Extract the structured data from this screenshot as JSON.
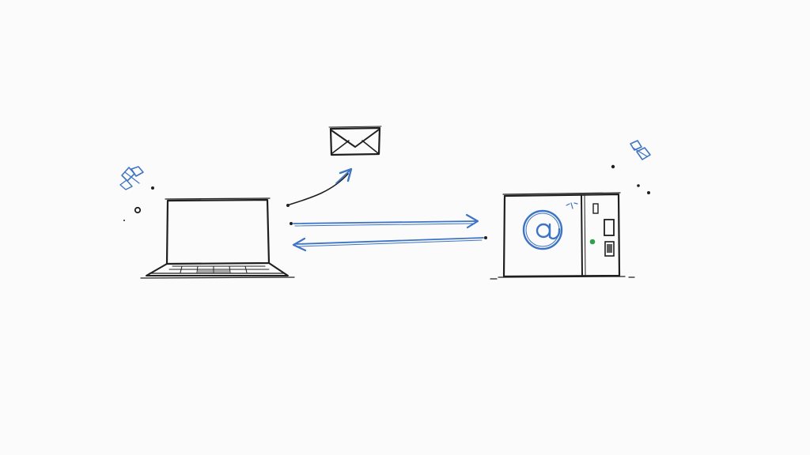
{
  "diagram": {
    "nodes": [
      {
        "id": "laptop",
        "icon": "laptop-icon"
      },
      {
        "id": "envelope",
        "icon": "envelope-icon"
      },
      {
        "id": "mail-server",
        "icon": "server-icon",
        "symbol": "@"
      }
    ],
    "edges": [
      {
        "from": "laptop",
        "to": "envelope",
        "style": "curved-arrow"
      },
      {
        "from": "laptop",
        "to": "mail-server",
        "style": "arrow"
      },
      {
        "from": "mail-server",
        "to": "laptop",
        "style": "arrow"
      }
    ],
    "colors": {
      "ink": "#1f1f1f",
      "accent": "#3f74c4",
      "indicator": "#2e9e4f",
      "background": "#fbfbfb"
    }
  }
}
